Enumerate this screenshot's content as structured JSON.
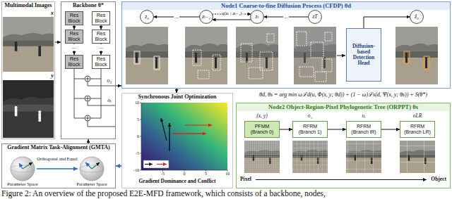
{
  "diagram": {
    "caption": "Figure 2: An overview of the proposed E2E-MFD framework, which consists of a backbone, nodes,",
    "nodes": [
      {
        "text": [
          "Multimodal Images"
        ]
      },
      {
        "text": [
          "Backbone θ*"
        ]
      },
      {
        "text": [
          "Res Block"
        ],
        "in": 1
      },
      {
        "text": [
          "Res Block"
        ],
        "in": 1
      },
      {
        "text": [
          "Res Block"
        ],
        "in": 1
      },
      {
        "text": [
          "Res Block"
        ],
        "in": 1
      },
      {
        "text": [
          "Res Block"
        ],
        "in": 1
      },
      {
        "text": [
          "Res Block"
        ],
        "in": 1
      },
      {
        "text": [
          "Node1 Coarse-to-fine Diffusion Process (CFDP) θd"
        ]
      },
      {
        "text": [
          "z₀"
        ],
        "in": 8
      },
      {
        "text": [
          "zₜ₋₁"
        ],
        "in": 8
      },
      {
        "text": [
          "zₜ"
        ],
        "in": 8
      },
      {
        "text": [
          "zT"
        ],
        "in": 8
      },
      {
        "text": [
          "Diffusion-based Detection Head"
        ],
        "in": 8
      },
      {
        "text": [
          "ẑ₀"
        ],
        "in": 8
      },
      {
        "text": [
          "Gradient Matrix Task-Alignment (GMTA)"
        ]
      },
      {
        "text": [
          "Synchronous Joint Optimization"
        ]
      },
      {
        "text": [
          "Node2 Object-Region-Pixel Phylogenetic Tree (ORPPT) θs"
        ]
      },
      {
        "text": [
          "PFMM (Branch 0)"
        ],
        "in": 17
      },
      {
        "text": [
          "RFRM (Branch 1)"
        ],
        "in": 17
      },
      {
        "text": [
          "RFRM (Branch lR)"
        ],
        "in": 17
      },
      {
        "text": [
          "RFRM (Branch LR)"
        ],
        "in": 17
      }
    ],
    "edges": [
      {
        "from": 0,
        "to": 1,
        "arrow": "to"
      },
      {
        "from": 2,
        "to": 3,
        "arrow": "to"
      },
      {
        "from": 3,
        "to": 4,
        "arrow": "to"
      },
      {
        "from": 5,
        "to": 6,
        "arrow": "to"
      },
      {
        "from": 6,
        "to": 7,
        "arrow": "to"
      },
      {
        "from": 1,
        "to": 8,
        "arrow": "to"
      },
      {
        "from": 12,
        "to": 11,
        "arrow": "to"
      },
      {
        "from": 11,
        "to": 10,
        "arrow": "to"
      },
      {
        "from": 10,
        "to": 11,
        "arrow": "to",
        "label": "q(zₜ | zₜ₋₁)"
      },
      {
        "from": 10,
        "to": 9,
        "arrow": "to"
      },
      {
        "from": 13,
        "to": 14,
        "arrow": "to"
      },
      {
        "from": 8,
        "to": 16,
        "arrow": "to"
      },
      {
        "from": 16,
        "to": 15,
        "arrow": "to"
      },
      {
        "from": 15,
        "to": 1,
        "arrow": "to"
      },
      {
        "from": 18,
        "to": 19,
        "arrow": "to"
      },
      {
        "from": 19,
        "to": 20,
        "arrow": "to"
      },
      {
        "from": 20,
        "to": 21,
        "arrow": "to"
      }
    ],
    "labels": [
      "x",
      "y",
      "...",
      "...",
      "o₁",
      "oᵢ",
      "...",
      "...",
      "θd, θs = arg min ωℒd(u, Φ(x, y; θd)) + (1 − ω)ℒs(d, Ψ(x, y; θs)) + S(θ*)",
      "10",
      "5",
      "0",
      "-5",
      "-10",
      "-5",
      "0",
      "5",
      "10",
      "Gradient Dominance and Conflict",
      "(x, y)",
      "o₁",
      "oᵢ",
      "oLR",
      "Pixel",
      "Object",
      "Parameter Space",
      "Parameter Space",
      "Orthogonal and Equal"
    ]
  }
}
